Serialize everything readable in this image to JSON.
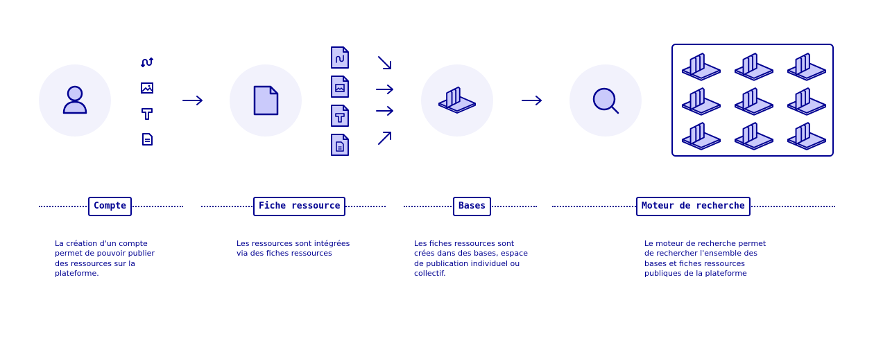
{
  "steps": [
    {
      "label": "Compte",
      "description": "La création d'un compte permet de pouvoir publier des ressources sur la plateforme.",
      "icon": "user-icon"
    },
    {
      "label": "Fiche ressource",
      "description": "Les ressources sont intégrées via des fiches ressources",
      "icon": "document-icon"
    },
    {
      "label": "Bases",
      "description": "Les fiches ressources sont crées dans des bases, espace de publication individuel ou collectif.",
      "icon": "base-stack-icon"
    },
    {
      "label": "Moteur de recherche",
      "description": "Le moteur de recherche permet de rechercher l'ensemble des bases et fiches ressources publiques de la plateforme",
      "icon": "search-icon"
    }
  ],
  "content_types": [
    "link-icon",
    "image-icon",
    "text-icon",
    "file-text-icon"
  ],
  "colors": {
    "primary": "#000091",
    "circle_bg": "#f2f2fc",
    "icon_fill": "#cacafb"
  }
}
